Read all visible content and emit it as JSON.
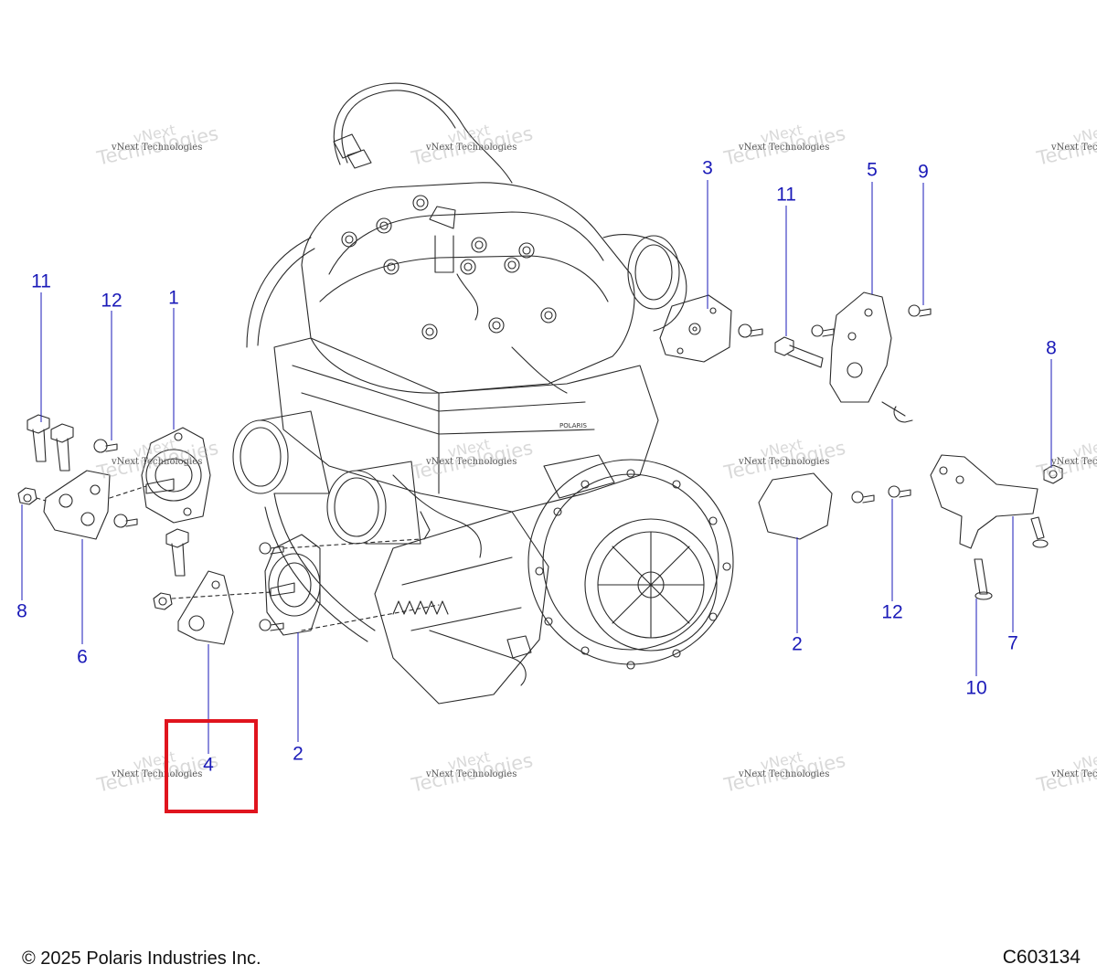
{
  "callouts": [
    {
      "id": "c11a",
      "label": "11"
    },
    {
      "id": "c12a",
      "label": "12"
    },
    {
      "id": "c1",
      "label": "1"
    },
    {
      "id": "c8a",
      "label": "8"
    },
    {
      "id": "c6",
      "label": "6"
    },
    {
      "id": "c4",
      "label": "4"
    },
    {
      "id": "c2a",
      "label": "2"
    },
    {
      "id": "c3",
      "label": "3"
    },
    {
      "id": "c11b",
      "label": "11"
    },
    {
      "id": "c5",
      "label": "5"
    },
    {
      "id": "c9",
      "label": "9"
    },
    {
      "id": "c8b",
      "label": "8"
    },
    {
      "id": "c2b",
      "label": "2"
    },
    {
      "id": "c12b",
      "label": "12"
    },
    {
      "id": "c7",
      "label": "7"
    },
    {
      "id": "c10",
      "label": "10"
    }
  ],
  "watermark": {
    "line1": "vNext Technologies",
    "line2": "Technologies",
    "line3": "vNext"
  },
  "footer": {
    "copyright": "© 2025 Polaris Industries Inc.",
    "figure_code": "C603134"
  },
  "colors": {
    "callout": "#1a1ab8",
    "highlight": "#e0141e",
    "line_art": "#222222"
  }
}
